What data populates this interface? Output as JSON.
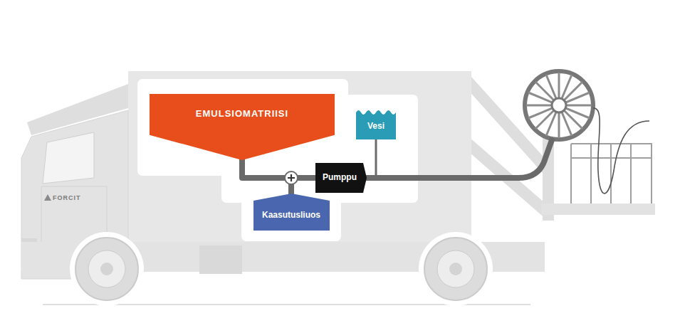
{
  "diagram": {
    "nodes": [
      {
        "text": [
          "EMULSIOMATRIISI"
        ]
      },
      {
        "text": [
          "Vesi"
        ]
      },
      {
        "text": [
          "Pumppu"
        ]
      },
      {
        "text": [
          "Kaasutusliuos"
        ]
      }
    ],
    "edges": [
      {
        "from": 0,
        "to": 2,
        "arrow": "none"
      },
      {
        "from": 3,
        "to": 2,
        "arrow": "none"
      }
    ],
    "labels": [
      "FORCIT"
    ]
  }
}
